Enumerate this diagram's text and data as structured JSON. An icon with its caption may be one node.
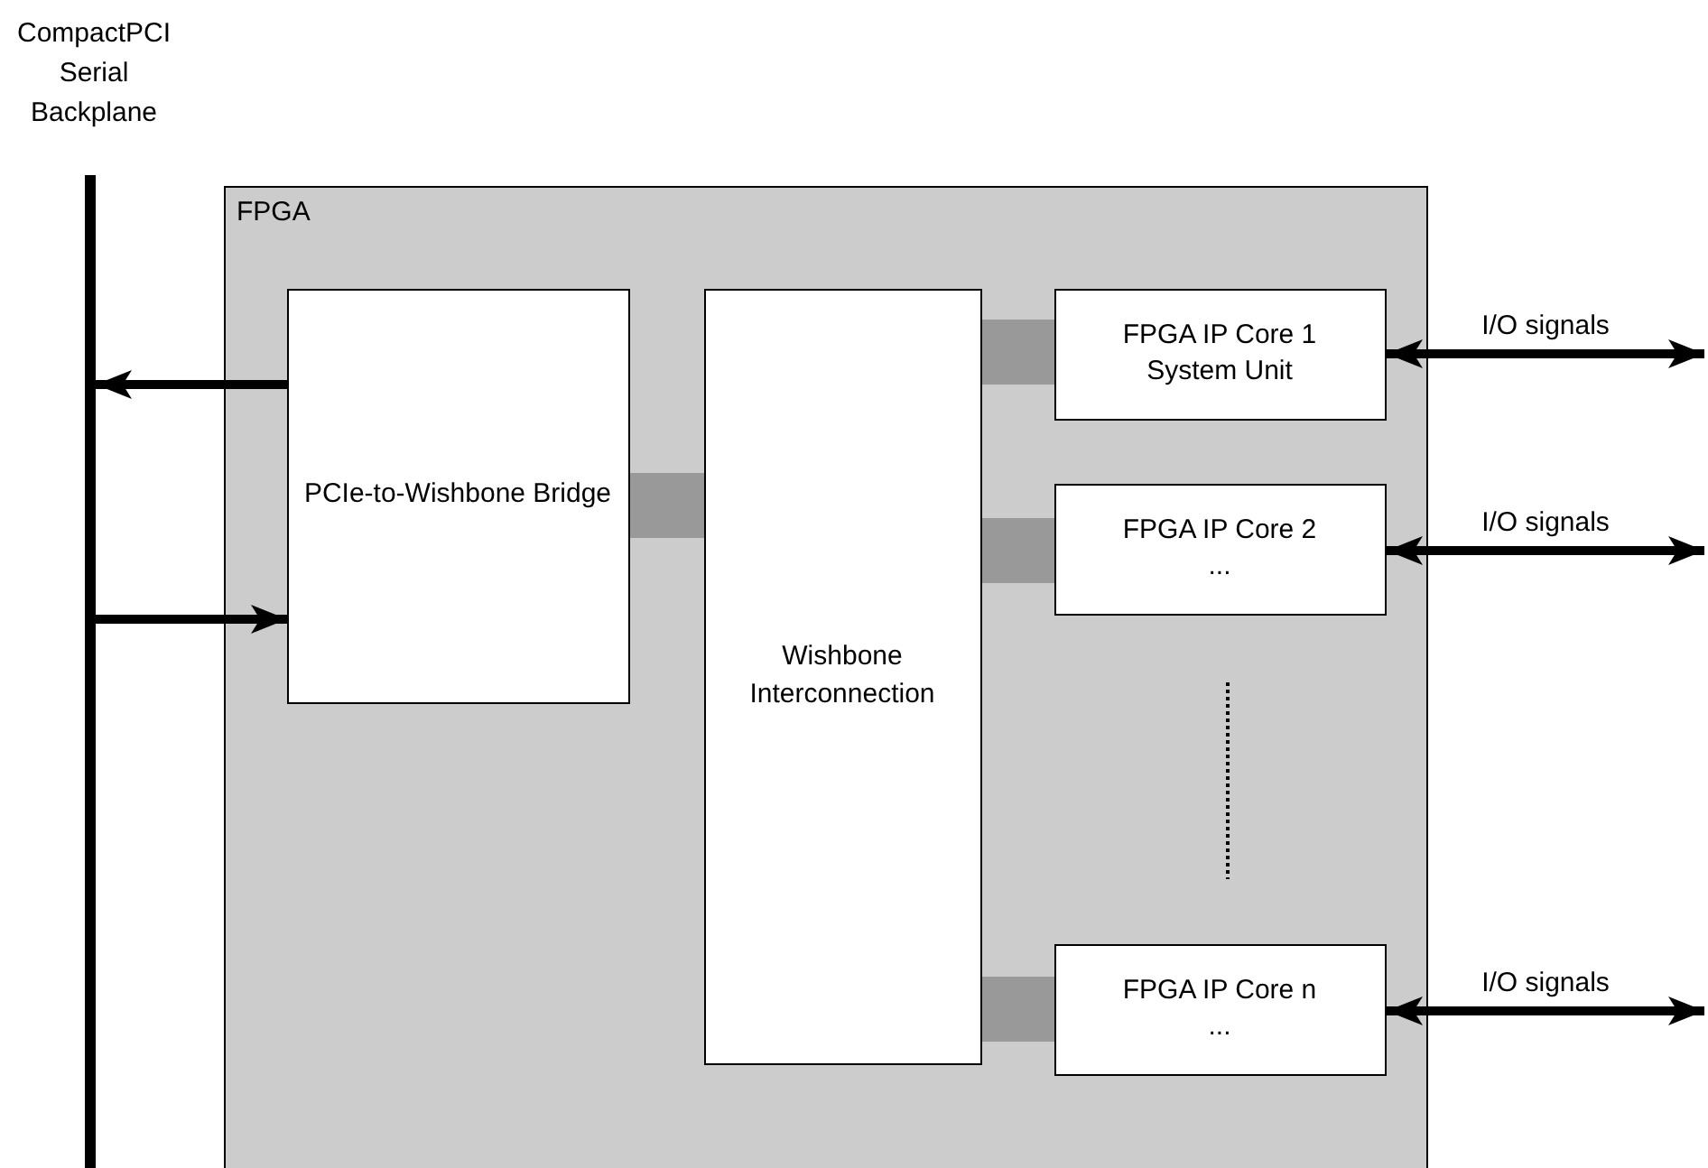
{
  "diagram": {
    "nodes": [
      {
        "text": [],
        "shape": "bar",
        "beside": [
          "CompactPCI Serial Backplane"
        ]
      },
      {
        "text": [
          "FPGA"
        ]
      },
      {
        "text": [
          "PCIe-to-Wishbone Bridge"
        ],
        "in": 1
      },
      {
        "text": [
          "Wishbone Interconnection"
        ],
        "in": 1
      },
      {
        "text": [
          "FPGA IP Core 1",
          "System Unit"
        ],
        "in": 1
      },
      {
        "text": [
          "FPGA IP Core 2",
          "..."
        ],
        "in": 1
      },
      {
        "text": [
          "FPGA IP Core n",
          "..."
        ],
        "in": 1
      }
    ],
    "edges": [
      {
        "from": 2,
        "to": 0,
        "arrow": "to"
      },
      {
        "from": 0,
        "to": 2,
        "arrow": "to"
      },
      {
        "from": 2,
        "to": 3,
        "arrow": "none",
        "style": "thick",
        "color": "#999999"
      },
      {
        "from": 3,
        "to": 4,
        "arrow": "none",
        "style": "thick",
        "color": "#999999"
      },
      {
        "from": 3,
        "to": 5,
        "arrow": "none",
        "style": "thick",
        "color": "#999999"
      },
      {
        "from": 3,
        "to": 6,
        "arrow": "none",
        "style": "thick",
        "color": "#999999"
      },
      {
        "from": 4,
        "to": null,
        "arrow": "both",
        "label": "I/O signals"
      },
      {
        "from": 5,
        "to": null,
        "arrow": "both",
        "label": "I/O signals"
      },
      {
        "from": 6,
        "to": null,
        "arrow": "both",
        "label": "I/O signals"
      }
    ]
  }
}
